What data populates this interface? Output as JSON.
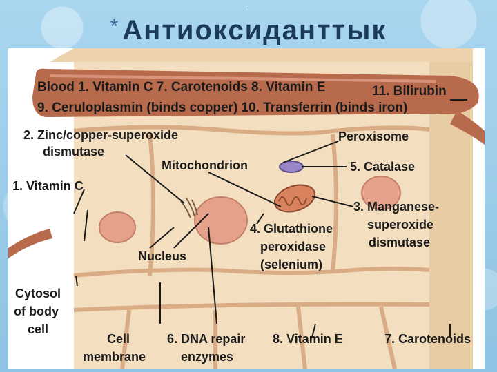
{
  "slide": {
    "title": "Антиоксиданттык",
    "bullet": "*",
    "top_dot": "."
  },
  "colors": {
    "cell_fill": "#f3dfbf",
    "cell_wall": "#d9ac86",
    "blood_vessel": "#b86a4c",
    "nucleus": "#e6a18a",
    "peroxisome": "#9a86c6",
    "mitochondrion": "#d9825e"
  },
  "labels": {
    "blood_row1": "Blood 1. Vitamin C  7. Carotenoids  8. Vitamin E",
    "bilirubin": "11. Bilirubin",
    "blood_row2": "9. Ceruloplasmin (binds copper)  10. Transferrin (binds iron)",
    "zinc_line1": "2. Zinc/copper-superoxide",
    "zinc_line2": "dismutase",
    "peroxisome": "Peroxisome",
    "mitochondrion": "Mitochondrion",
    "catalase": "5. Catalase",
    "vitamin_c": "1. Vitamin C",
    "manganese_line1": "3. Manganese-",
    "manganese_line2": "superoxide",
    "manganese_line3": "dismutase",
    "glutathione_line1": "4. Glutathione",
    "glutathione_line2": "peroxidase",
    "glutathione_line3": "(selenium)",
    "nucleus": "Nucleus",
    "cytosol_line1": "Cytosol",
    "cytosol_line2": "of body",
    "cytosol_line3": "cell",
    "cell_line1": "Cell",
    "cell_line2": "membrane",
    "dna_line1": "6. DNA repair",
    "dna_line2": "enzymes",
    "vitamin_e": "8. Vitamin E",
    "carotenoids": "7. Carotenoids"
  }
}
